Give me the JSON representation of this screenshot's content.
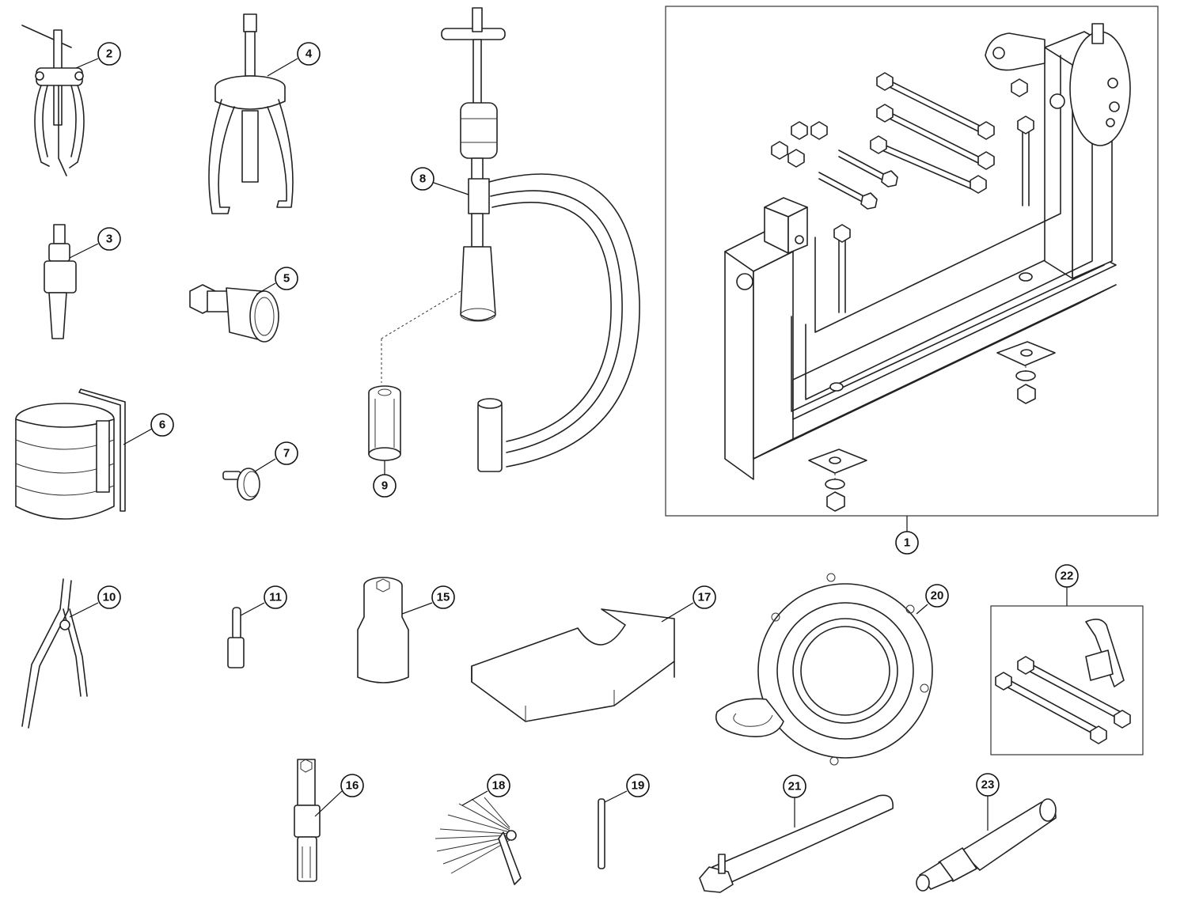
{
  "callouts": [
    {
      "label": "1"
    },
    {
      "label": "2"
    },
    {
      "label": "3"
    },
    {
      "label": "4"
    },
    {
      "label": "5"
    },
    {
      "label": "6"
    },
    {
      "label": "7"
    },
    {
      "label": "8"
    },
    {
      "label": "9"
    },
    {
      "label": "10"
    },
    {
      "label": "11"
    },
    {
      "label": "15"
    },
    {
      "label": "16"
    },
    {
      "label": "17"
    },
    {
      "label": "18"
    },
    {
      "label": "19"
    },
    {
      "label": "20"
    },
    {
      "label": "21"
    },
    {
      "label": "22"
    },
    {
      "label": "23"
    }
  ]
}
